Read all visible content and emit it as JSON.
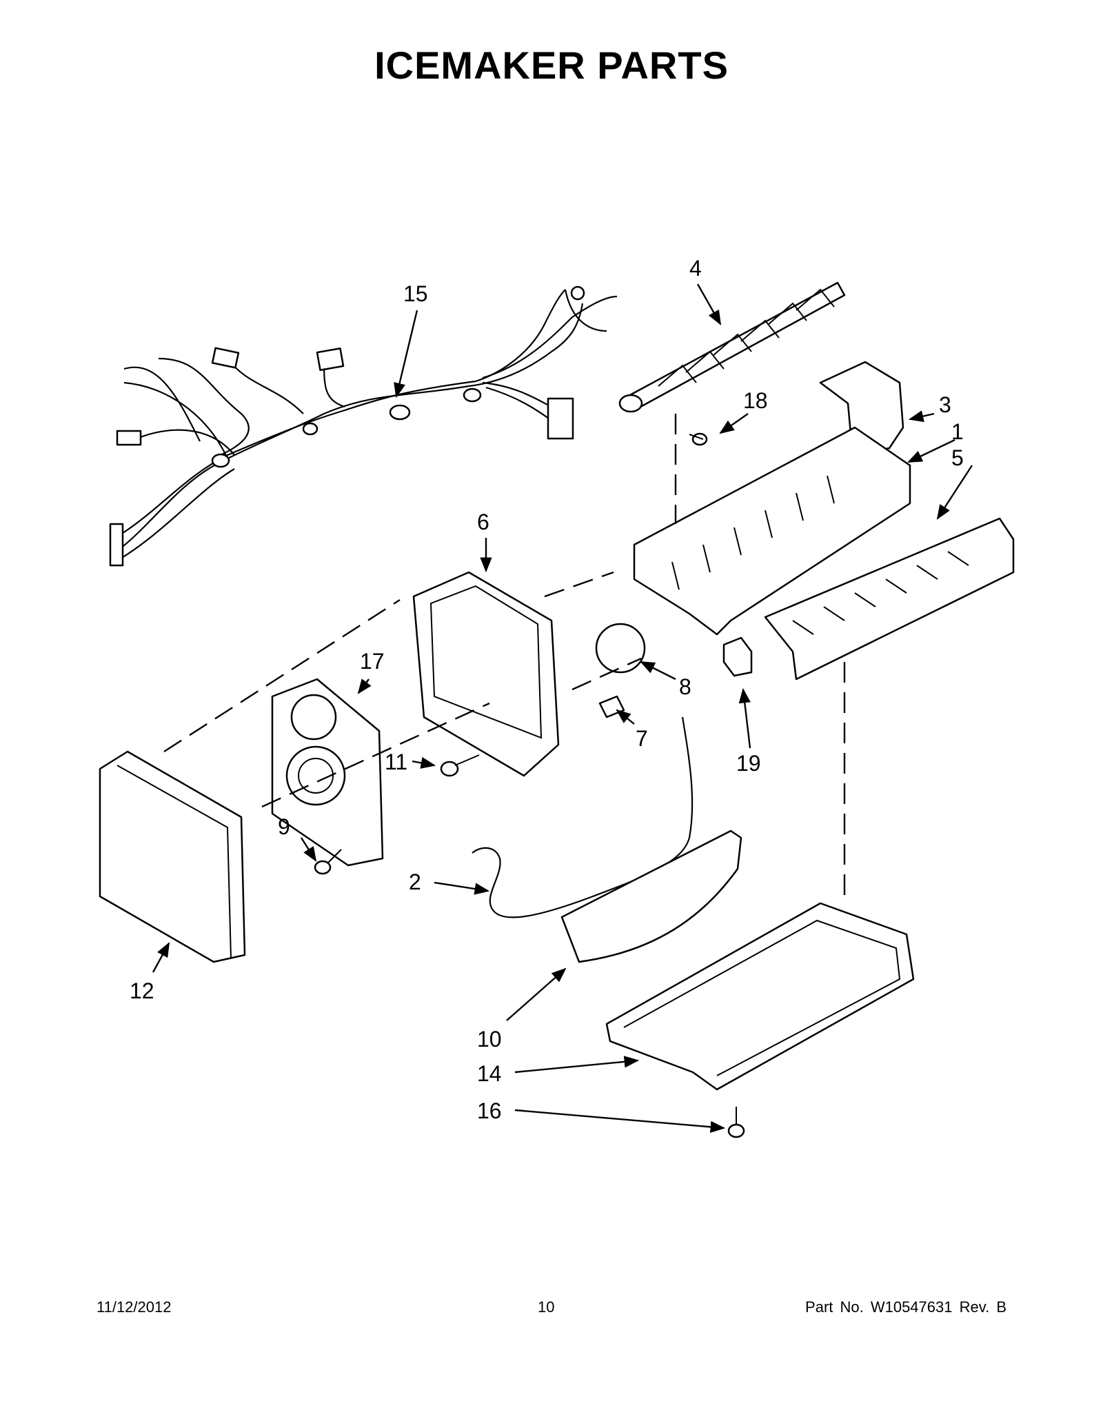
{
  "title": "ICEMAKER PARTS",
  "callouts": [
    {
      "id": "1",
      "label": "1"
    },
    {
      "id": "2",
      "label": "2"
    },
    {
      "id": "3",
      "label": "3"
    },
    {
      "id": "4",
      "label": "4"
    },
    {
      "id": "5",
      "label": "5"
    },
    {
      "id": "6",
      "label": "6"
    },
    {
      "id": "7",
      "label": "7"
    },
    {
      "id": "8",
      "label": "8"
    },
    {
      "id": "9",
      "label": "9"
    },
    {
      "id": "10",
      "label": "10"
    },
    {
      "id": "11",
      "label": "11"
    },
    {
      "id": "12",
      "label": "12"
    },
    {
      "id": "14",
      "label": "14"
    },
    {
      "id": "15",
      "label": "15"
    },
    {
      "id": "16",
      "label": "16"
    },
    {
      "id": "17",
      "label": "17"
    },
    {
      "id": "18",
      "label": "18"
    },
    {
      "id": "19",
      "label": "19"
    }
  ],
  "footer": {
    "date": "11/12/2012",
    "page": "10",
    "part_number": "Part No. W10547631 Rev. B"
  }
}
